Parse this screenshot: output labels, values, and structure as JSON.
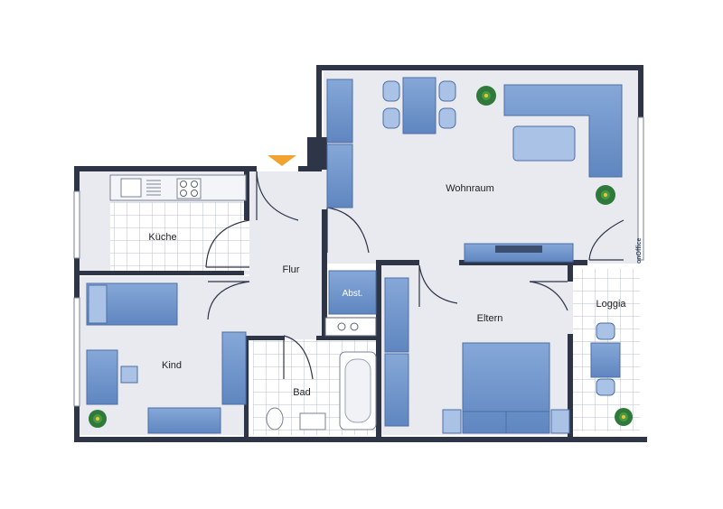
{
  "colors": {
    "wall": "#2e3547",
    "floor": "#e6e8ee",
    "furniture": "#6f95cc",
    "furniture_light": "#a9c2e6",
    "tile_line": "#b8bfcc",
    "door_line": "#2e3547",
    "entry_marker": "#f2a22f",
    "plant": "#2f7a3a"
  },
  "rooms": {
    "wohnraum": "Wohnraum",
    "kueche": "Küche",
    "flur": "Flur",
    "abst": "Abst.",
    "eltern": "Eltern",
    "loggia": "Loggia",
    "kind": "Kind",
    "bad": "Bad"
  },
  "logo": "onOffice"
}
